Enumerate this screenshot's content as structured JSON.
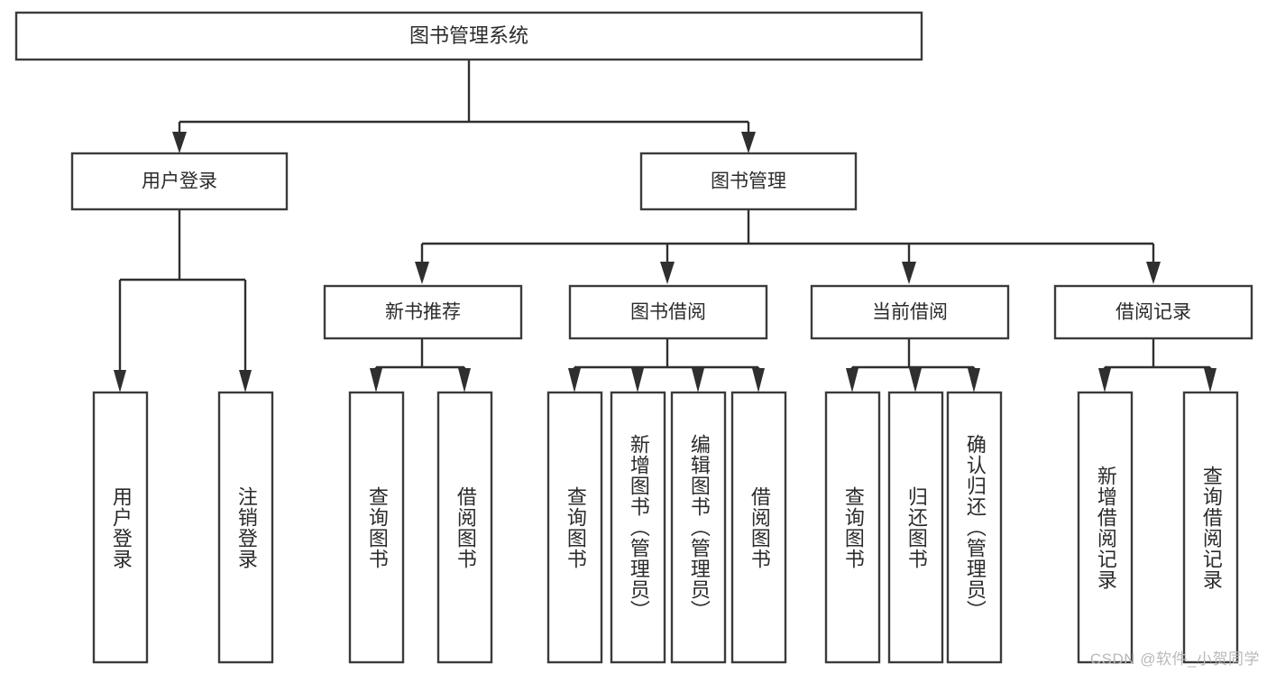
{
  "diagram": {
    "type": "tree-hierarchy-chart",
    "title": "图书管理系统",
    "root": {
      "label": "图书管理系统",
      "orientation": "horizontal"
    },
    "level1": [
      {
        "label": "用户登录",
        "orientation": "horizontal"
      },
      {
        "label": "图书管理",
        "orientation": "horizontal"
      }
    ],
    "level2": [
      {
        "label": "新书推荐",
        "orientation": "horizontal",
        "parent": "图书管理"
      },
      {
        "label": "图书借阅",
        "orientation": "horizontal",
        "parent": "图书管理"
      },
      {
        "label": "当前借阅",
        "orientation": "horizontal",
        "parent": "图书管理"
      },
      {
        "label": "借阅记录",
        "orientation": "horizontal",
        "parent": "图书管理"
      }
    ],
    "leaves": {
      "用户登录": [
        {
          "label": "用户登录",
          "orientation": "vertical"
        },
        {
          "label": "注销登录",
          "orientation": "vertical"
        }
      ],
      "新书推荐": [
        {
          "label": "查询图书",
          "orientation": "vertical"
        },
        {
          "label": "借阅图书",
          "orientation": "vertical"
        }
      ],
      "图书借阅": [
        {
          "label": "查询图书",
          "orientation": "vertical"
        },
        {
          "label": "新增图书（管理员）",
          "orientation": "vertical"
        },
        {
          "label": "编辑图书（管理员）",
          "orientation": "vertical"
        },
        {
          "label": "借阅图书",
          "orientation": "vertical"
        }
      ],
      "当前借阅": [
        {
          "label": "查询图书",
          "orientation": "vertical"
        },
        {
          "label": "归还图书",
          "orientation": "vertical"
        },
        {
          "label": "确认归还（管理员）",
          "orientation": "vertical"
        }
      ],
      "借阅记录": [
        {
          "label": "新增借阅记录",
          "orientation": "vertical"
        },
        {
          "label": "查询借阅记录",
          "orientation": "vertical"
        }
      ]
    },
    "colors": {
      "background": "#ffffff",
      "box_fill": "#ffffff",
      "box_stroke": "#3b3b3b",
      "connector": "#2f2f2f",
      "text": "#2b2b2b",
      "watermark": "#b9b9b9"
    }
  },
  "watermark": {
    "text": "CSDN @软件_小贺同学"
  }
}
